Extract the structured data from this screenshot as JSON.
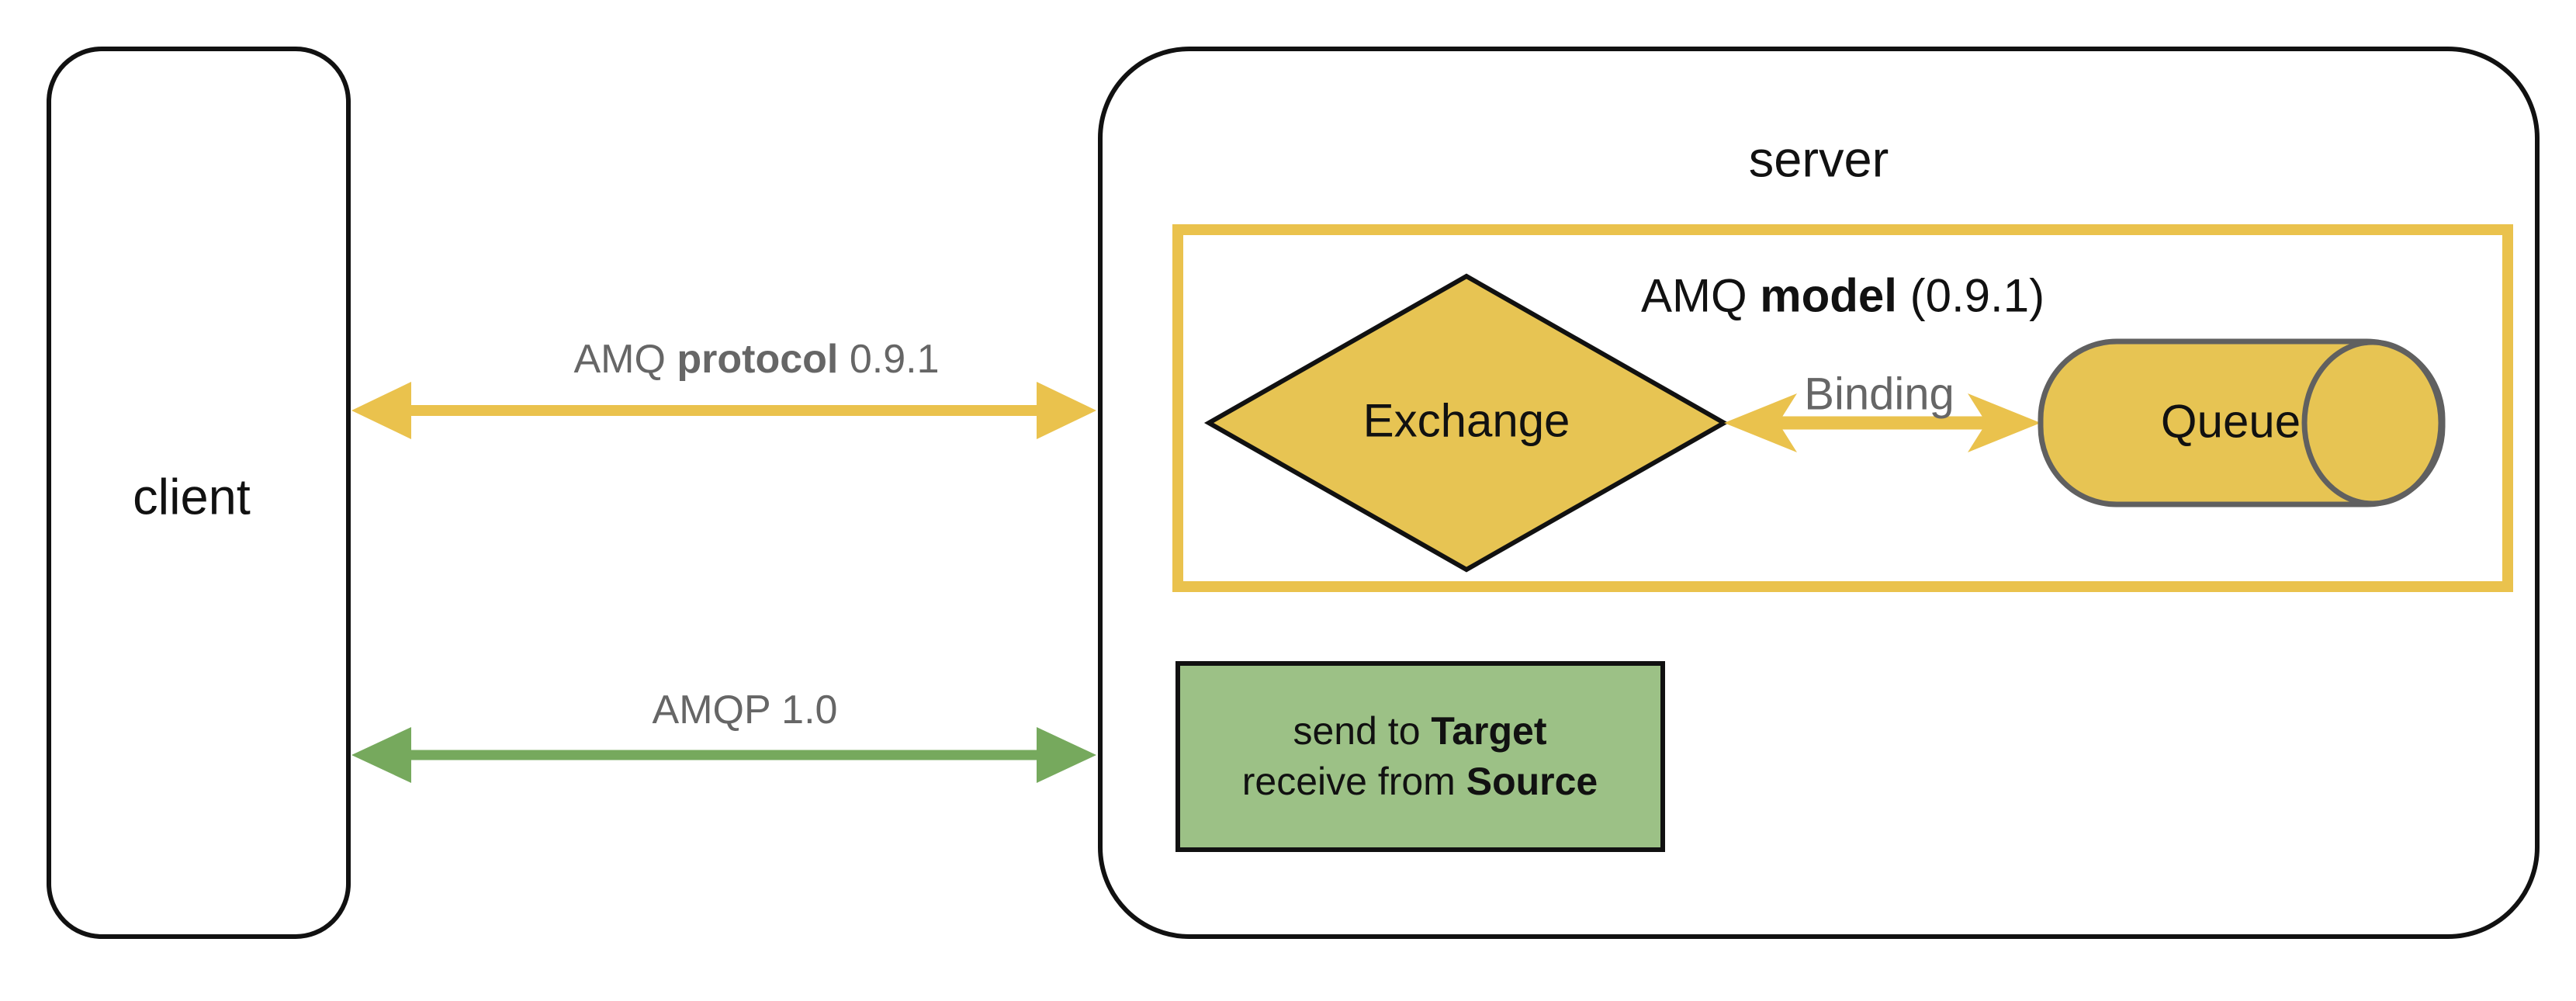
{
  "diagram": {
    "client": {
      "label": "client"
    },
    "server": {
      "label": "server"
    },
    "model_box": {
      "title_prefix": "AMQ ",
      "title_bold": "model",
      "title_suffix": " (0.9.1)"
    },
    "nodes": {
      "exchange": {
        "label": "Exchange"
      },
      "queue": {
        "label": "Queue"
      }
    },
    "connections": {
      "protocol_091": {
        "prefix": "AMQ ",
        "bold": "protocol",
        "suffix": " 0.9.1"
      },
      "amqp_10": {
        "label": "AMQP 1.0"
      },
      "binding": {
        "label": "Binding"
      }
    },
    "green_box": {
      "line1_prefix": "send to ",
      "line1_bold": "Target",
      "line2_prefix": "receive from ",
      "line2_bold": "Source"
    }
  },
  "colors": {
    "accent_yellow": "#EAC24D",
    "node_fill_yellow": "#E7C453",
    "green_arrow": "#76A95D",
    "green_fill": "#9CC186",
    "label_gray": "#666666",
    "queue_outline_gray": "#606060",
    "box_stroke_black": "#111111",
    "background": "#FFFFFF"
  }
}
